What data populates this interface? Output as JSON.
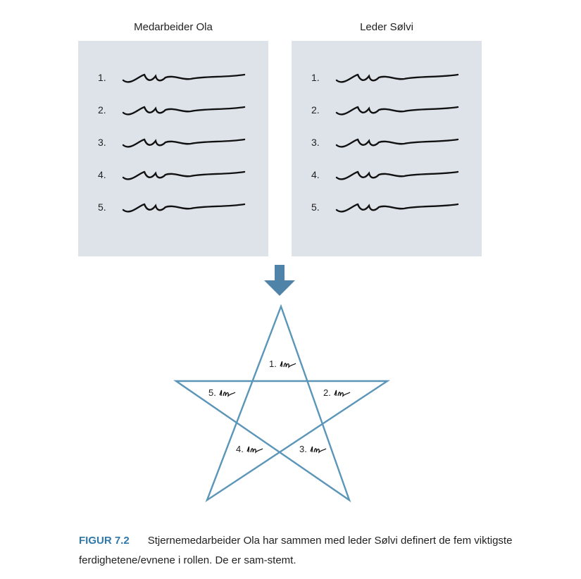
{
  "columns": [
    {
      "title": "Medarbeider Ola",
      "items": [
        "1.",
        "2.",
        "3.",
        "4.",
        "5."
      ]
    },
    {
      "title": "Leder Sølvi",
      "items": [
        "1.",
        "2.",
        "3.",
        "4.",
        "5."
      ]
    }
  ],
  "star": {
    "labels": [
      "1.",
      "2.",
      "3.",
      "4.",
      "5."
    ]
  },
  "caption": {
    "label": "FIGUR 7.2",
    "text": "Stjernemedarbeider Ola har sammen med leder Sølvi definert de fem viktigste ferdighetene/evnene i rollen. De er sam-stemt."
  },
  "colors": {
    "panel": "#dee3ea",
    "accent": "#4f84a8",
    "star": "#5b95b8",
    "caption_label": "#2f78a8"
  }
}
